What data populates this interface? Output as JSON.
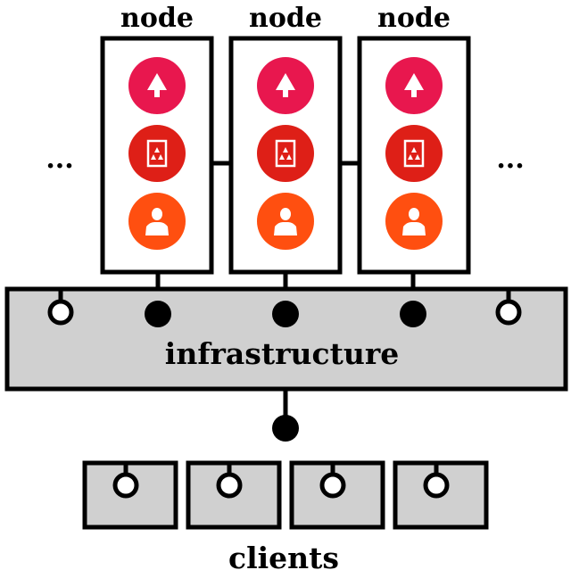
{
  "colors": {
    "background": "#ffffff",
    "outline": "#000000",
    "panel": "#d0d0d0",
    "circle_top": "#e8174e",
    "circle_middle": "#de1f17",
    "circle_bottom": "#ff4f10"
  },
  "nodes": [
    {
      "label": "node",
      "icons": [
        "tree-icon",
        "card-icon",
        "person-icon"
      ]
    },
    {
      "label": "node",
      "icons": [
        "tree-icon",
        "card-icon",
        "person-icon"
      ]
    },
    {
      "label": "node",
      "icons": [
        "tree-icon",
        "card-icon",
        "person-icon"
      ]
    }
  ],
  "ellipsis_left": "...",
  "ellipsis_right": "...",
  "infrastructure": {
    "label": "infrastructure"
  },
  "clients": {
    "label": "clients",
    "count": 4
  }
}
